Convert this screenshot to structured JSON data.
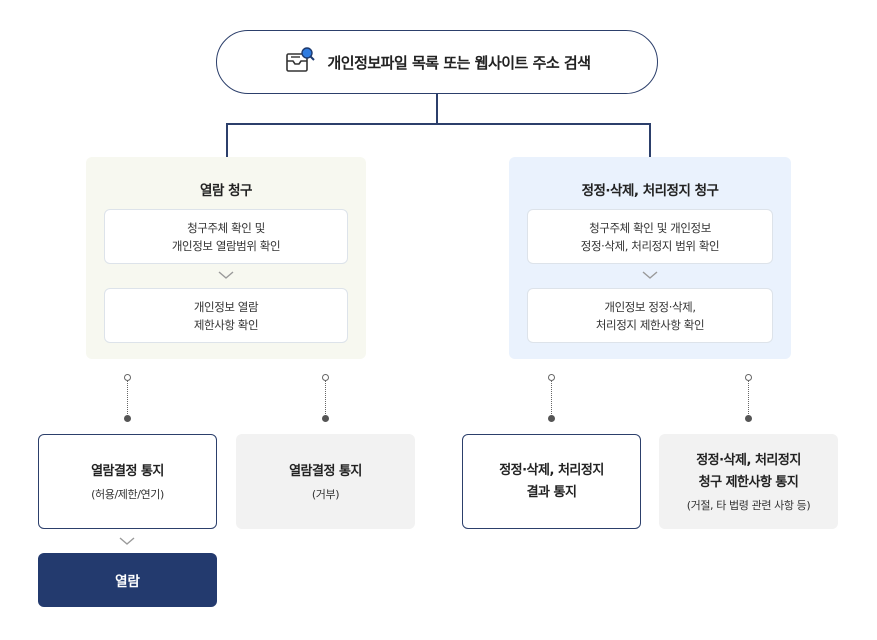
{
  "top": {
    "title": "개인정보파일 목록 또는 웹사이트 주소 검색",
    "icon": "document-search-icon"
  },
  "left_panel": {
    "title": "열람 청구",
    "steps": [
      "청구주체 확인 및\n개인정보 열람범위 확인",
      "개인정보 열람\n제한사항 확인"
    ]
  },
  "right_panel": {
    "title": "정정·삭제, 처리정지 청구",
    "steps": [
      "청구주체 확인 및 개인정보\n정정·삭제, 처리정지 범위 확인",
      "개인정보 정정·삭제,\n처리정지 제한사항 확인"
    ]
  },
  "results": [
    {
      "title": "열람결정 통지",
      "subtitle": "(허용/제한/연기)"
    },
    {
      "title": "열람결정 통지",
      "subtitle": "(거부)"
    },
    {
      "title": "정정·삭제, 처리정지\n결과 통지",
      "subtitle": ""
    },
    {
      "title": "정정·삭제, 처리정지\n청구 제한사항 통지",
      "subtitle": "(거절, 타 법령 관련 사항 등)"
    }
  ],
  "final": {
    "label": "열람"
  },
  "colors": {
    "navy": "#233a6e",
    "outline": "#2c3f6b",
    "left_panel_bg": "#f7f8f0",
    "right_panel_bg": "#eaf2fd",
    "gray_box": "#f2f2f2"
  }
}
